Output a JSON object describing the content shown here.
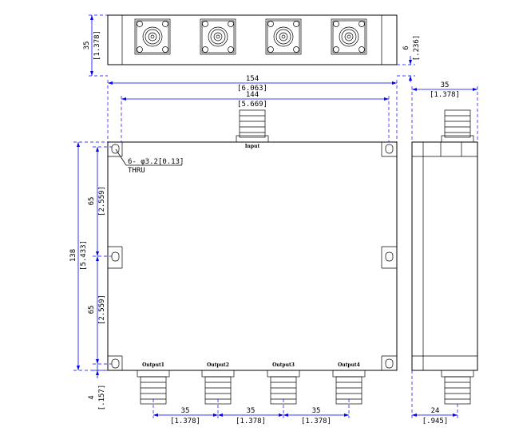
{
  "views": {
    "front": {
      "input_label": "Input",
      "output_labels": [
        "Output1",
        "Output2",
        "Output3",
        "Output4"
      ],
      "hole_note_line1": "6- φ3.2[0.13]",
      "hole_note_line2": "THRU"
    }
  },
  "dimensions": {
    "top_height": {
      "mm": "35",
      "inch": "[1.378]"
    },
    "top_flange": {
      "mm": "6",
      "inch": "[.236]"
    },
    "overall_width": {
      "mm": "154",
      "inch": "[6.063]"
    },
    "hole_pitch": {
      "mm": "144",
      "inch": "[5.669]"
    },
    "hole_spacing_1": {
      "mm": "65",
      "inch": "[2.559]"
    },
    "hole_spacing_2": {
      "mm": "65",
      "inch": "[2.559]"
    },
    "overall_height": {
      "mm": "138",
      "inch": "[5.433]"
    },
    "bottom_offset": {
      "mm": "4",
      "inch": "[.157]"
    },
    "out_pitch_1": {
      "mm": "35",
      "inch": "[1.378]"
    },
    "out_pitch_2": {
      "mm": "35",
      "inch": "[1.378]"
    },
    "out_pitch_3": {
      "mm": "35",
      "inch": "[1.378]"
    },
    "side_depth": {
      "mm": "35",
      "inch": "[1.378]"
    },
    "side_connector": {
      "mm": "24",
      "inch": "[.945]"
    }
  },
  "colors": {
    "dimension_lines": "#0000ff",
    "outline": "#000000"
  }
}
